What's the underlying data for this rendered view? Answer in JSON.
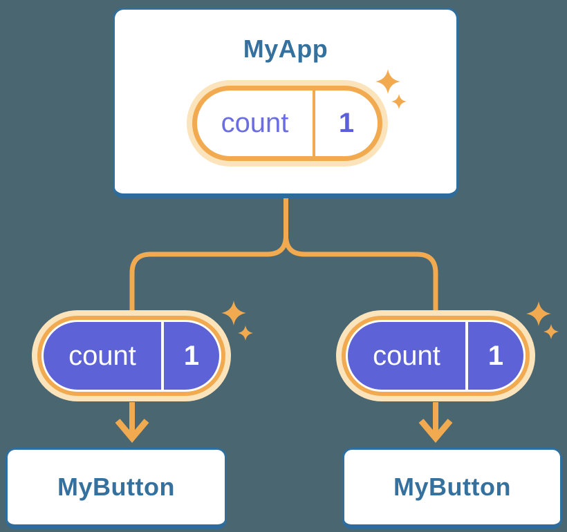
{
  "diagram": {
    "description": "Component tree passing state down as props",
    "root": {
      "title": "MyApp",
      "state": {
        "name": "count",
        "value": "1"
      }
    },
    "children": [
      {
        "label": "MyButton",
        "prop": {
          "name": "count",
          "value": "1"
        }
      },
      {
        "label": "MyButton",
        "prop": {
          "name": "count",
          "value": "1"
        }
      }
    ],
    "icons": {
      "sparkle": "sparkle-icon",
      "arrow": "arrow-down-icon"
    },
    "colors": {
      "background": "#4A6671",
      "card_fill": "#FFFFFF",
      "card_border_blue": "#2F6F9F",
      "card_edge_blue": "#2C6B9C",
      "title_blue": "#35719E",
      "connector_orange": "#F2AA50",
      "pill_halo": "#FBE4BB",
      "pill_purple_fill": "#5D63D6",
      "pill_text_purple": "#6B6EE1",
      "pill_value_purple": "#5B5FDC",
      "pill_text_white": "#FFFFFF"
    }
  }
}
